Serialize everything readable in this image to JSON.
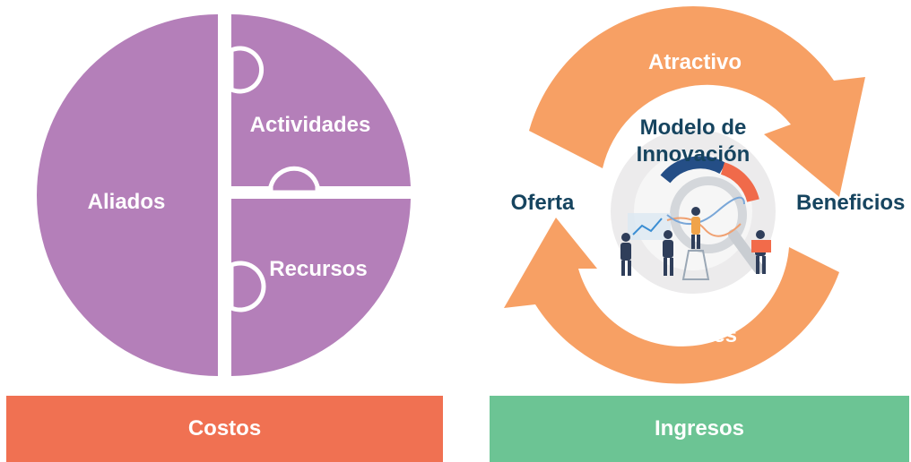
{
  "colors": {
    "puzzle": "#b47fb9",
    "cycle": "#f7a064",
    "costos": "#f07152",
    "ingresos": "#6cc494",
    "dark_text": "#16445f",
    "white_text": "#ffffff"
  },
  "puzzle": {
    "aliados": "Aliados",
    "actividades": "Actividades",
    "recursos": "Recursos"
  },
  "cycle": {
    "atractivo": "Atractivo",
    "canales": "Canales",
    "oferta": "Oferta",
    "beneficios": "Beneficios",
    "center_title_line1": "Modelo de",
    "center_title_line2": "Innovación",
    "illustration": "business-team-illustration"
  },
  "bars": {
    "costos": "Costos",
    "ingresos": "Ingresos"
  }
}
